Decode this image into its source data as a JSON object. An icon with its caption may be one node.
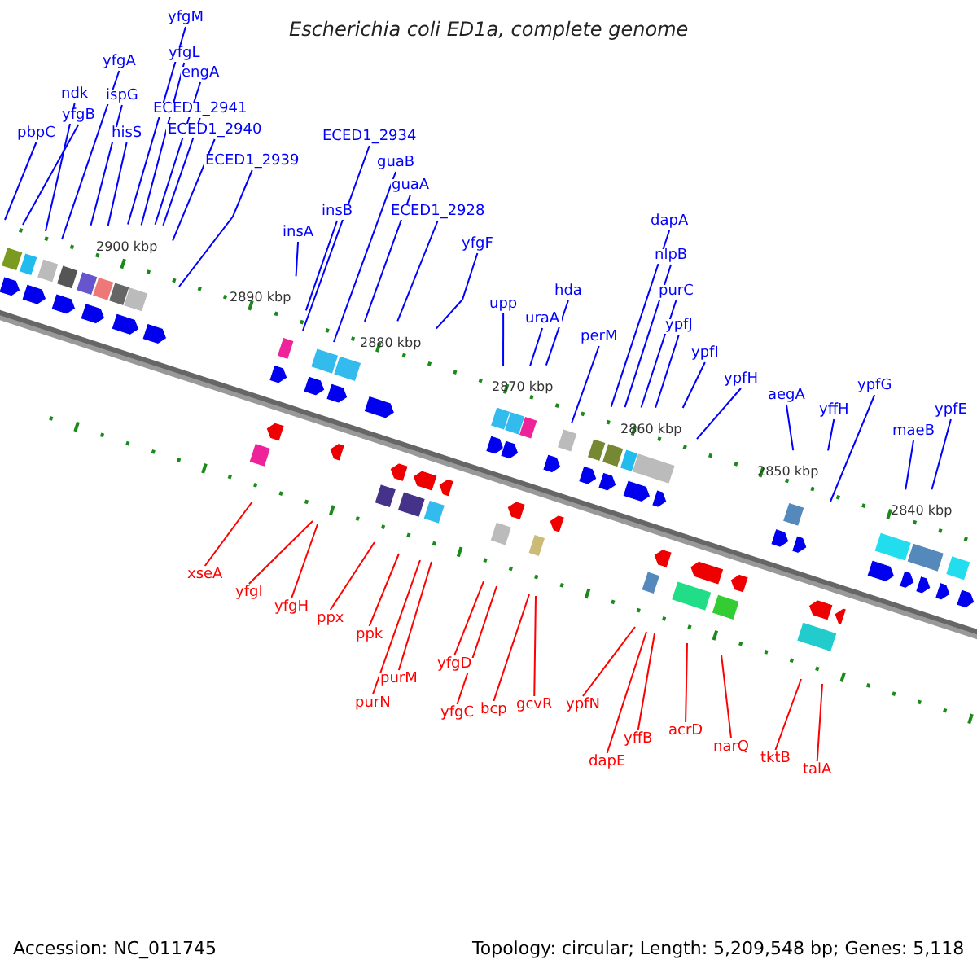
{
  "diagram": {
    "title": "Escherichia coli ED1a, complete genome",
    "nodes": [
      {
        "text": [
          "pbpC"
        ]
      },
      {
        "text": [
          "yfgB"
        ]
      },
      {
        "text": [
          "ndk"
        ]
      },
      {
        "text": [
          "yfgA"
        ]
      },
      {
        "text": [
          "ispG"
        ]
      },
      {
        "text": [
          "hisS"
        ]
      },
      {
        "text": [
          "yfgM"
        ]
      },
      {
        "text": [
          "yfgL"
        ]
      },
      {
        "text": [
          "engA"
        ]
      },
      {
        "text": [
          "ECED1_2941"
        ]
      },
      {
        "text": [
          "ECED1_2940"
        ]
      },
      {
        "text": [
          "ECED1_2939"
        ]
      },
      {
        "text": [
          "insA"
        ]
      },
      {
        "text": [
          "insB"
        ]
      },
      {
        "text": [
          "ECED1_2934"
        ]
      },
      {
        "text": [
          "guaB"
        ]
      },
      {
        "text": [
          "guaA"
        ]
      },
      {
        "text": [
          "ECED1_2928"
        ]
      },
      {
        "text": [
          "yfgF"
        ]
      },
      {
        "text": [
          "upp"
        ]
      },
      {
        "text": [
          "uraA"
        ]
      },
      {
        "text": [
          "hda"
        ]
      },
      {
        "text": [
          "perM"
        ]
      },
      {
        "text": [
          "dapA"
        ]
      },
      {
        "text": [
          "nlpB"
        ]
      },
      {
        "text": [
          "purC"
        ]
      },
      {
        "text": [
          "ypfJ"
        ]
      },
      {
        "text": [
          "ypfI"
        ]
      },
      {
        "text": [
          "ypfH"
        ]
      },
      {
        "text": [
          "aegA"
        ]
      },
      {
        "text": [
          "yffH"
        ]
      },
      {
        "text": [
          "ypfG"
        ]
      },
      {
        "text": [
          "maeB"
        ]
      },
      {
        "text": [
          "ypfE"
        ]
      },
      {
        "text": [
          "xseA"
        ]
      },
      {
        "text": [
          "yfgI"
        ]
      },
      {
        "text": [
          "yfgH"
        ]
      },
      {
        "text": [
          "ppx"
        ]
      },
      {
        "text": [
          "ppk"
        ]
      },
      {
        "text": [
          "purN"
        ]
      },
      {
        "text": [
          "purM"
        ]
      },
      {
        "text": [
          "yfgD"
        ]
      },
      {
        "text": [
          "yfgC"
        ]
      },
      {
        "text": [
          "bcp"
        ]
      },
      {
        "text": [
          "gcvR"
        ]
      },
      {
        "text": [
          "ypfN"
        ]
      },
      {
        "text": [
          "dapE"
        ]
      },
      {
        "text": [
          "yffB"
        ]
      },
      {
        "text": [
          "acrD"
        ]
      },
      {
        "text": [
          "narQ"
        ]
      },
      {
        "text": [
          "tktB"
        ]
      },
      {
        "text": [
          "talA"
        ]
      }
    ],
    "edges": [
      {
        "from": 0,
        "to": null,
        "arrow": "none"
      },
      {
        "from": 1,
        "to": null,
        "arrow": "none"
      },
      {
        "from": 2,
        "to": null,
        "arrow": "none"
      },
      {
        "from": 3,
        "to": null,
        "arrow": "none"
      },
      {
        "from": 4,
        "to": null,
        "arrow": "none"
      },
      {
        "from": 5,
        "to": null,
        "arrow": "none"
      },
      {
        "from": 6,
        "to": null,
        "arrow": "none"
      },
      {
        "from": 7,
        "to": null,
        "arrow": "none"
      },
      {
        "from": 8,
        "to": null,
        "arrow": "none"
      },
      {
        "from": 9,
        "to": null,
        "arrow": "none"
      },
      {
        "from": 10,
        "to": null,
        "arrow": "none"
      },
      {
        "from": 11,
        "to": null,
        "arrow": "none"
      },
      {
        "from": 12,
        "to": null,
        "arrow": "none"
      },
      {
        "from": 13,
        "to": null,
        "arrow": "none"
      },
      {
        "from": 14,
        "to": null,
        "arrow": "none"
      },
      {
        "from": 15,
        "to": null,
        "arrow": "none"
      },
      {
        "from": 16,
        "to": null,
        "arrow": "none"
      },
      {
        "from": 17,
        "to": null,
        "arrow": "none"
      },
      {
        "from": 18,
        "to": null,
        "arrow": "none"
      },
      {
        "from": 19,
        "to": null,
        "arrow": "none"
      },
      {
        "from": 20,
        "to": null,
        "arrow": "none"
      },
      {
        "from": 21,
        "to": null,
        "arrow": "none"
      },
      {
        "from": 22,
        "to": null,
        "arrow": "none"
      },
      {
        "from": 23,
        "to": null,
        "arrow": "none"
      },
      {
        "from": 24,
        "to": null,
        "arrow": "none"
      },
      {
        "from": 25,
        "to": null,
        "arrow": "none"
      },
      {
        "from": 26,
        "to": null,
        "arrow": "none"
      },
      {
        "from": 27,
        "to": null,
        "arrow": "none"
      },
      {
        "from": 28,
        "to": null,
        "arrow": "none"
      },
      {
        "from": 29,
        "to": null,
        "arrow": "none"
      },
      {
        "from": 30,
        "to": null,
        "arrow": "none"
      },
      {
        "from": 31,
        "to": null,
        "arrow": "none"
      },
      {
        "from": 32,
        "to": null,
        "arrow": "none"
      },
      {
        "from": 33,
        "to": null,
        "arrow": "none"
      },
      {
        "from": 34,
        "to": null,
        "arrow": "none",
        "color": "#ff0000"
      },
      {
        "from": 35,
        "to": null,
        "arrow": "none",
        "color": "#ff0000"
      },
      {
        "from": 36,
        "to": null,
        "arrow": "none",
        "color": "#ff0000"
      },
      {
        "from": 37,
        "to": null,
        "arrow": "none",
        "color": "#ff0000"
      },
      {
        "from": 38,
        "to": null,
        "arrow": "none",
        "color": "#ff0000"
      },
      {
        "from": 39,
        "to": null,
        "arrow": "none",
        "color": "#ff0000"
      },
      {
        "from": 40,
        "to": null,
        "arrow": "none",
        "color": "#ff0000"
      },
      {
        "from": 41,
        "to": null,
        "arrow": "none",
        "color": "#ff0000"
      },
      {
        "from": 42,
        "to": null,
        "arrow": "none",
        "color": "#ff0000"
      },
      {
        "from": 43,
        "to": null,
        "arrow": "none",
        "color": "#ff0000"
      },
      {
        "from": 44,
        "to": null,
        "arrow": "none",
        "color": "#ff0000"
      },
      {
        "from": 45,
        "to": null,
        "arrow": "none",
        "color": "#ff0000"
      },
      {
        "from": 46,
        "to": null,
        "arrow": "none",
        "color": "#ff0000"
      },
      {
        "from": 47,
        "to": null,
        "arrow": "none",
        "color": "#ff0000"
      },
      {
        "from": 48,
        "to": null,
        "arrow": "none",
        "color": "#ff0000"
      },
      {
        "from": 49,
        "to": null,
        "arrow": "none",
        "color": "#ff0000"
      },
      {
        "from": 50,
        "to": null,
        "arrow": "none",
        "color": "#ff0000"
      },
      {
        "from": 51,
        "to": null,
        "arrow": "none",
        "color": "#ff0000"
      }
    ],
    "labels": [
      "2900 kbp",
      "2890 kbp",
      "2880 kbp",
      "2870 kbp",
      "2860 kbp",
      "2850 kbp",
      "2840 kbp",
      "Accession: NC_011745",
      "Topology: circular; Length: 5,209,548 bp; Genes: 5,118"
    ]
  }
}
